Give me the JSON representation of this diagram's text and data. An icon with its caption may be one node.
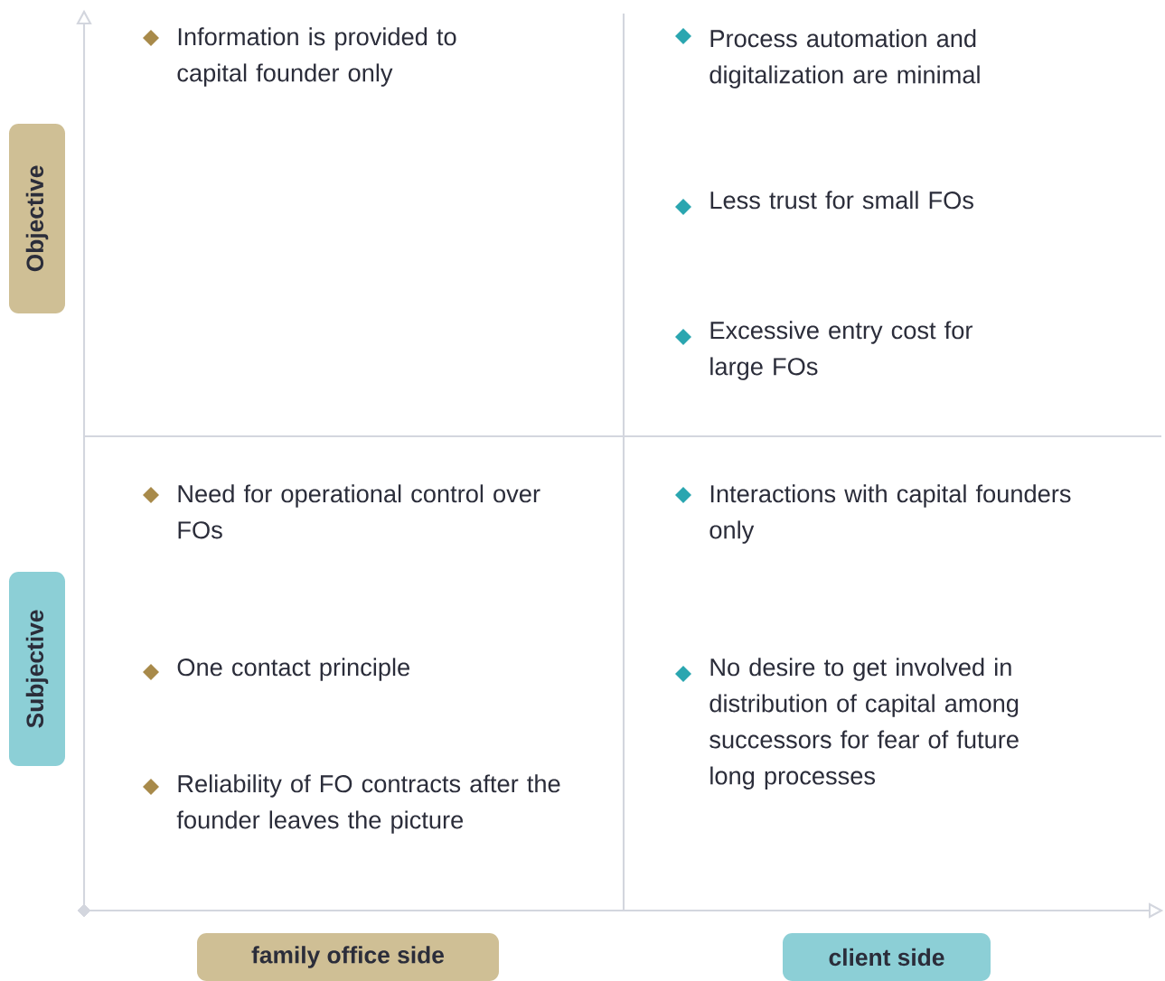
{
  "diagram": {
    "nodes": [
      {
        "text": [
          "Objective"
        ]
      },
      {
        "text": [
          "Subjective"
        ]
      },
      {
        "text": [
          "family office side"
        ]
      },
      {
        "text": [
          "client side"
        ]
      }
    ],
    "labels": [
      "Information is provided to capital founder only",
      "Process automation and digitalization are minimal",
      "Less trust for small FOs",
      "Excessive entry cost for large FOs",
      "Need for operational control over FOs",
      "Interactions with capital founders only",
      "One contact principle",
      "No desire to get involved in distribution of capital among successors for fear of future long processes",
      "Reliability of FO contracts after the founder leaves the picture"
    ]
  }
}
